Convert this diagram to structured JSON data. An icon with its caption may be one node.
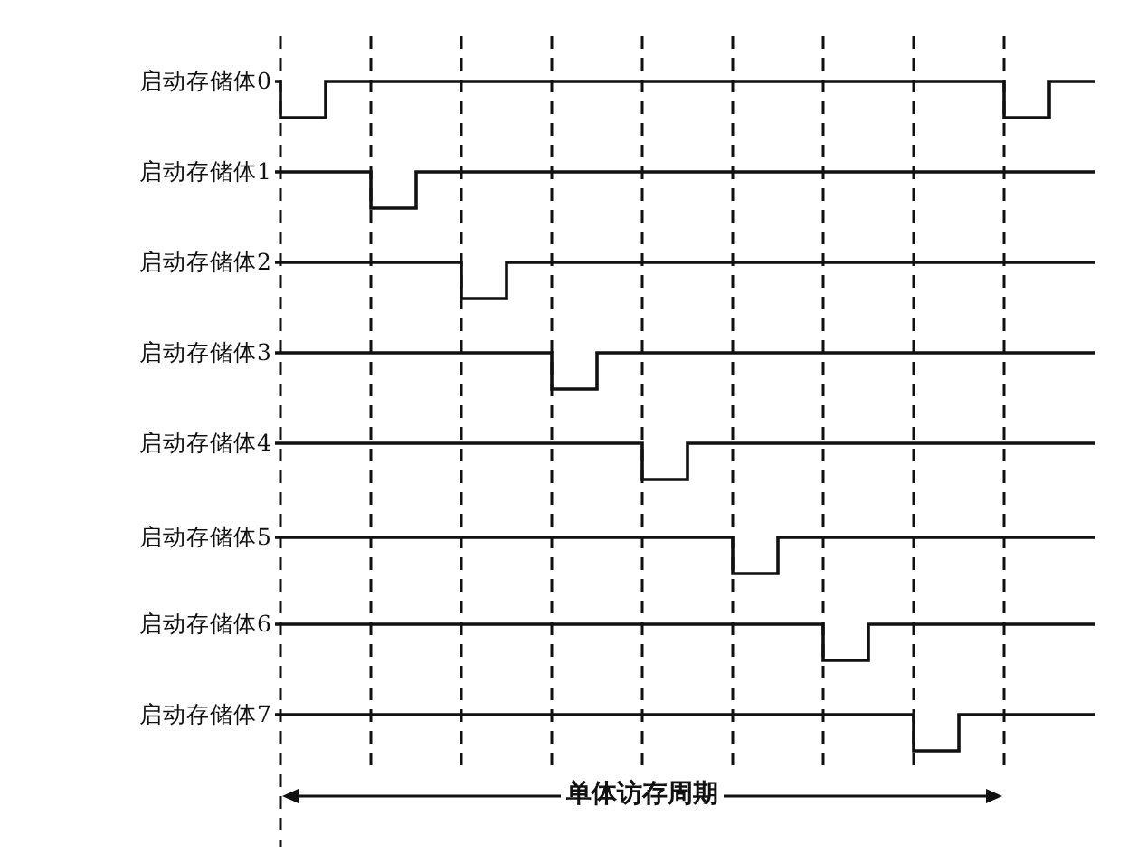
{
  "diagram": {
    "labels": [
      "启动存储体0",
      "启动存储体1",
      "启动存储体2",
      "启动存储体3",
      "启动存储体4",
      "启动存储体5",
      "启动存储体6",
      "启动存储体7",
      "单体访存周期"
    ]
  }
}
